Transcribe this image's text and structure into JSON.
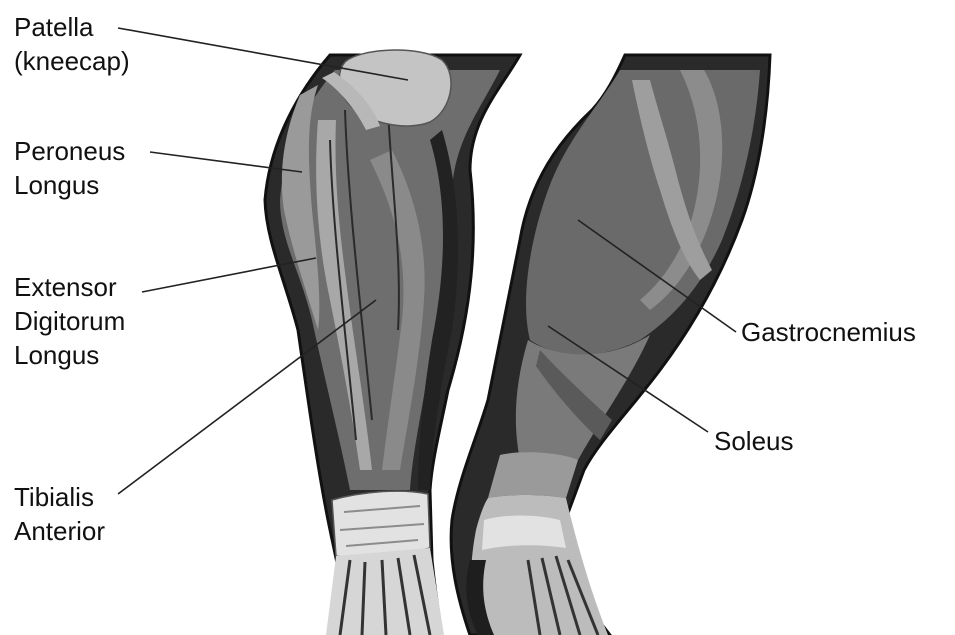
{
  "labels": {
    "patella": {
      "line1": "Patella",
      "line2": "(kneecap)"
    },
    "peroneus": {
      "line1": "Peroneus",
      "line2": "Longus"
    },
    "extensor": {
      "line1": "Extensor",
      "line2": "Digitorum",
      "line3": "Longus"
    },
    "tibialis": {
      "line1": "Tibialis",
      "line2": "Anterior"
    },
    "gastrocnemius": {
      "line1": "Gastrocnemius"
    },
    "soleus": {
      "line1": "Soleus"
    }
  },
  "colors": {
    "outline": "#111111",
    "dark_muscle": "#3a3a3a",
    "mid_muscle": "#6e6e6e",
    "light_muscle": "#8f8f8f",
    "highlight": "#b4b4b4",
    "tendon": "#dcdcdc",
    "leader_line": "#222222"
  }
}
